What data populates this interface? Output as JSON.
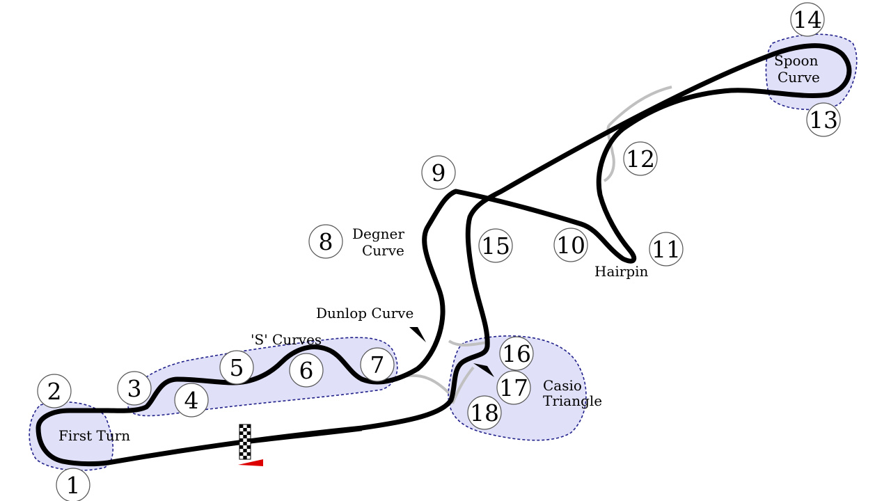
{
  "colors": {
    "track": "#000000",
    "zone_track": "#10103a",
    "zone_fill": "#e0e0f8",
    "zone_stroke": "#20208a",
    "old_layout": "#c0c0c0",
    "flag_red": "#dd0000"
  },
  "icons": [
    "start-finish-checkered-flag-icon",
    "direction-arrow-icon"
  ],
  "corners": [
    {
      "number": "1"
    },
    {
      "number": "2"
    },
    {
      "number": "3"
    },
    {
      "number": "4"
    },
    {
      "number": "5"
    },
    {
      "number": "6"
    },
    {
      "number": "7"
    },
    {
      "number": "8"
    },
    {
      "number": "9"
    },
    {
      "number": "10"
    },
    {
      "number": "11"
    },
    {
      "number": "12"
    },
    {
      "number": "13"
    },
    {
      "number": "14"
    },
    {
      "number": "15"
    },
    {
      "number": "16"
    },
    {
      "number": "17"
    },
    {
      "number": "18"
    }
  ],
  "labels": {
    "first_turn": "First Turn",
    "s_curves": "'S' Curves",
    "dunlop_curve": "Dunlop Curve",
    "degner_line1": "Degner",
    "degner_line2": "Curve",
    "hairpin": "Hairpin",
    "spoon_line1": "Spoon",
    "spoon_line2": "Curve",
    "casio_line1": "Casio",
    "casio_line2": "Triangle"
  }
}
